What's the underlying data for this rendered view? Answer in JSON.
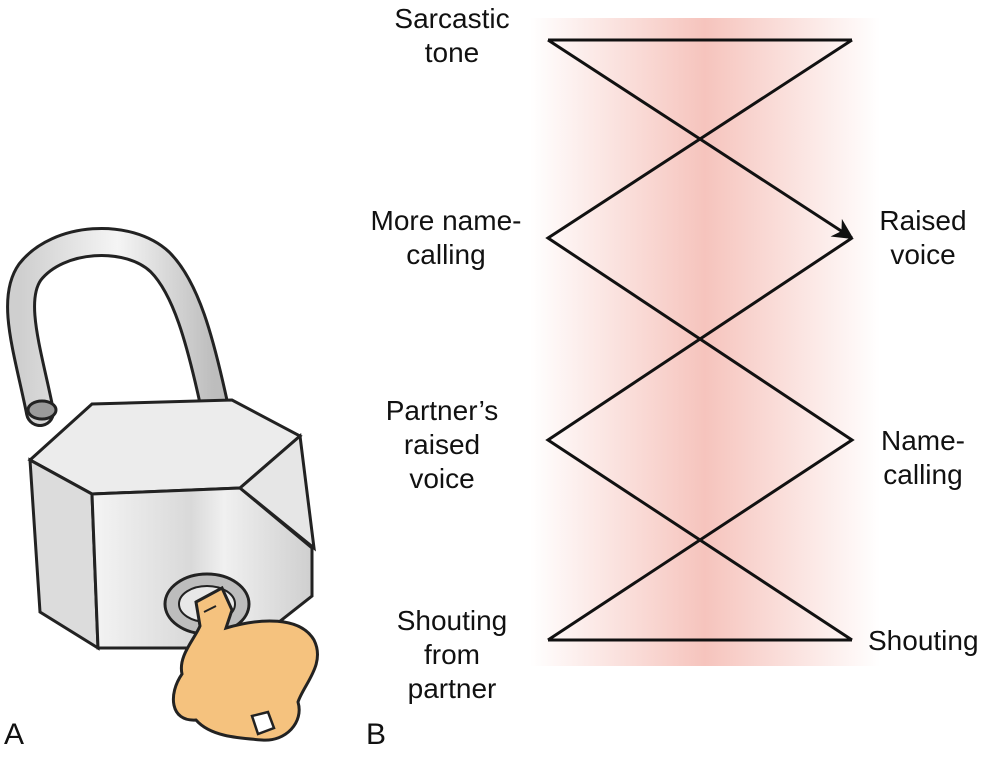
{
  "panels": {
    "a": "A",
    "b": "B"
  },
  "labels": {
    "sarcastic_tone": "Sarcastic\ntone",
    "more_name_calling": "More name-\ncalling",
    "partners_raised_voice": "Partner’s\nraised\nvoice",
    "shouting_from_partner": "Shouting\nfrom\npartner",
    "raised_voice": "Raised\nvoice",
    "name_calling": "Name-\ncalling",
    "shouting": "Shouting"
  },
  "colors": {
    "band": "#f6c4bd",
    "line": "#111111",
    "lock_body": "#e2e2e2",
    "key": "#f5c27e"
  },
  "icons": {
    "padlock": "open-padlock-icon",
    "key": "key-icon"
  }
}
